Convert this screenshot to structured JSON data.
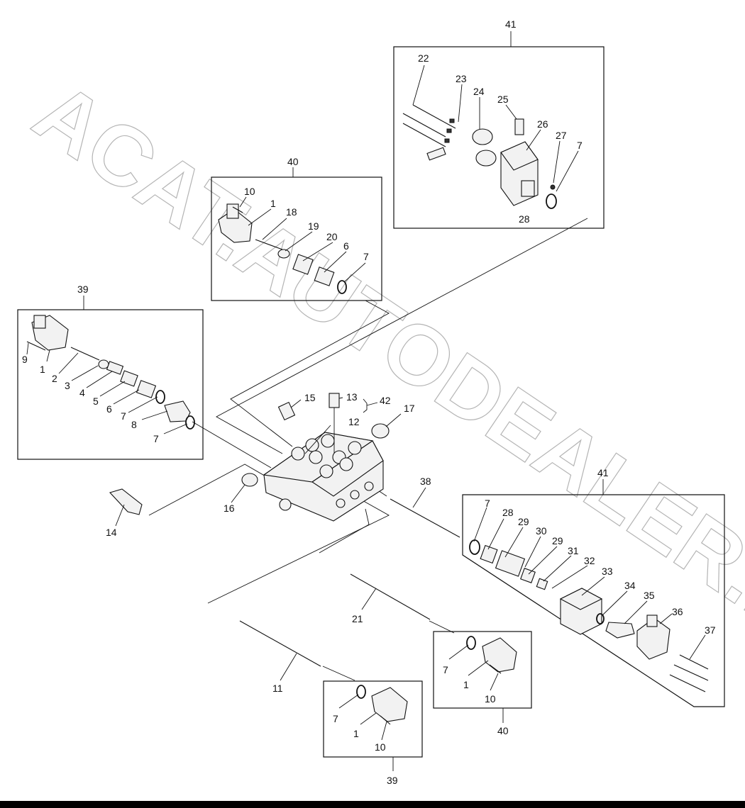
{
  "watermark": "ACAT.AUTODEALER.RU",
  "group_labels": {
    "g41_top": "41",
    "g40_top": "40",
    "g39_left": "39",
    "g41_right": "41",
    "g40_bottom": "40",
    "g39_bottom": "39",
    "g42": "42"
  },
  "labels": {
    "p22": "22",
    "p23": "23",
    "p24": "24",
    "p25": "25",
    "p26": "26",
    "p27": "27",
    "p7a": "7",
    "p28a": "28",
    "p10a": "10",
    "p1a": "1",
    "p18": "18",
    "p19": "19",
    "p20": "20",
    "p6a": "6",
    "p7b": "7",
    "p9": "9",
    "p1b": "1",
    "p2": "2",
    "p3": "3",
    "p4": "4",
    "p5": "5",
    "p6b": "6",
    "p7c": "7",
    "p8": "8",
    "p7d": "7",
    "p15": "15",
    "p13": "13",
    "p17": "17",
    "p12": "12",
    "p16": "16",
    "p14": "14",
    "p38": "38",
    "p7e": "7",
    "p28b": "28",
    "p29a": "29",
    "p30": "30",
    "p29b": "29",
    "p31": "31",
    "p32": "32",
    "p33": "33",
    "p34": "34",
    "p35": "35",
    "p36": "36",
    "p37": "37",
    "p21": "21",
    "p11": "11",
    "p7f": "7",
    "p1c": "1",
    "p10b": "10",
    "p7g": "7",
    "p1d": "1",
    "p10c": "10"
  }
}
